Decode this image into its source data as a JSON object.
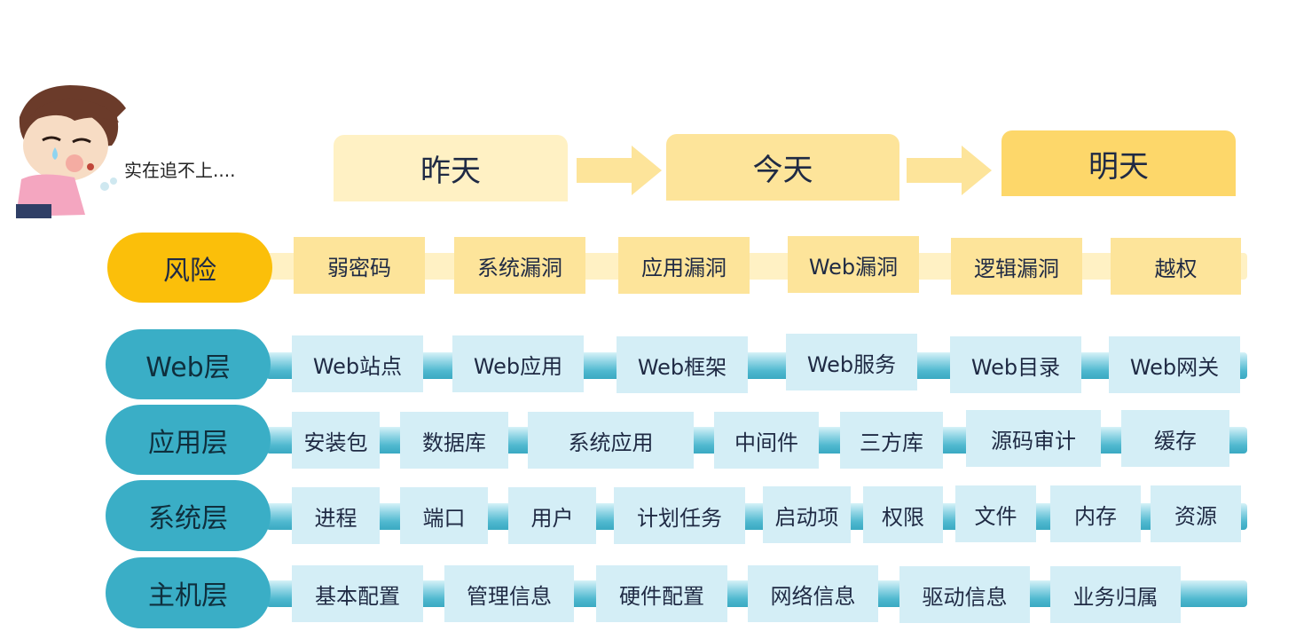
{
  "caption": "实在追不上....",
  "timeline": [
    "昨天",
    "今天",
    "明天"
  ],
  "colors": {
    "risk_accent": "#fbbf0a",
    "risk_item": "#fde49a",
    "layer_accent": "#3aaec6",
    "layer_item": "#d4eef6",
    "timeline_light": "#fff1c4",
    "timeline_mid": "#fde49a",
    "timeline_strong": "#fdd76a"
  },
  "rows": [
    {
      "label": "风险",
      "kind": "risk",
      "items": [
        "弱密码",
        "系统漏洞",
        "应用漏洞",
        "Web漏洞",
        "逻辑漏洞",
        "越权"
      ]
    },
    {
      "label": "Web层",
      "kind": "layer",
      "items": [
        "Web站点",
        "Web应用",
        "Web框架",
        "Web服务",
        "Web目录",
        "Web网关"
      ]
    },
    {
      "label": "应用层",
      "kind": "layer",
      "items": [
        "安装包",
        "数据库",
        "系统应用",
        "中间件",
        "三方库",
        "源码审计",
        "缓存"
      ]
    },
    {
      "label": "系统层",
      "kind": "layer",
      "items": [
        "进程",
        "端口",
        "用户",
        "计划任务",
        "启动项",
        "权限",
        "文件",
        "内存",
        "资源"
      ]
    },
    {
      "label": "主机层",
      "kind": "layer",
      "items": [
        "基本配置",
        "管理信息",
        "硬件配置",
        "网络信息",
        "驱动信息",
        "业务归属"
      ]
    }
  ]
}
